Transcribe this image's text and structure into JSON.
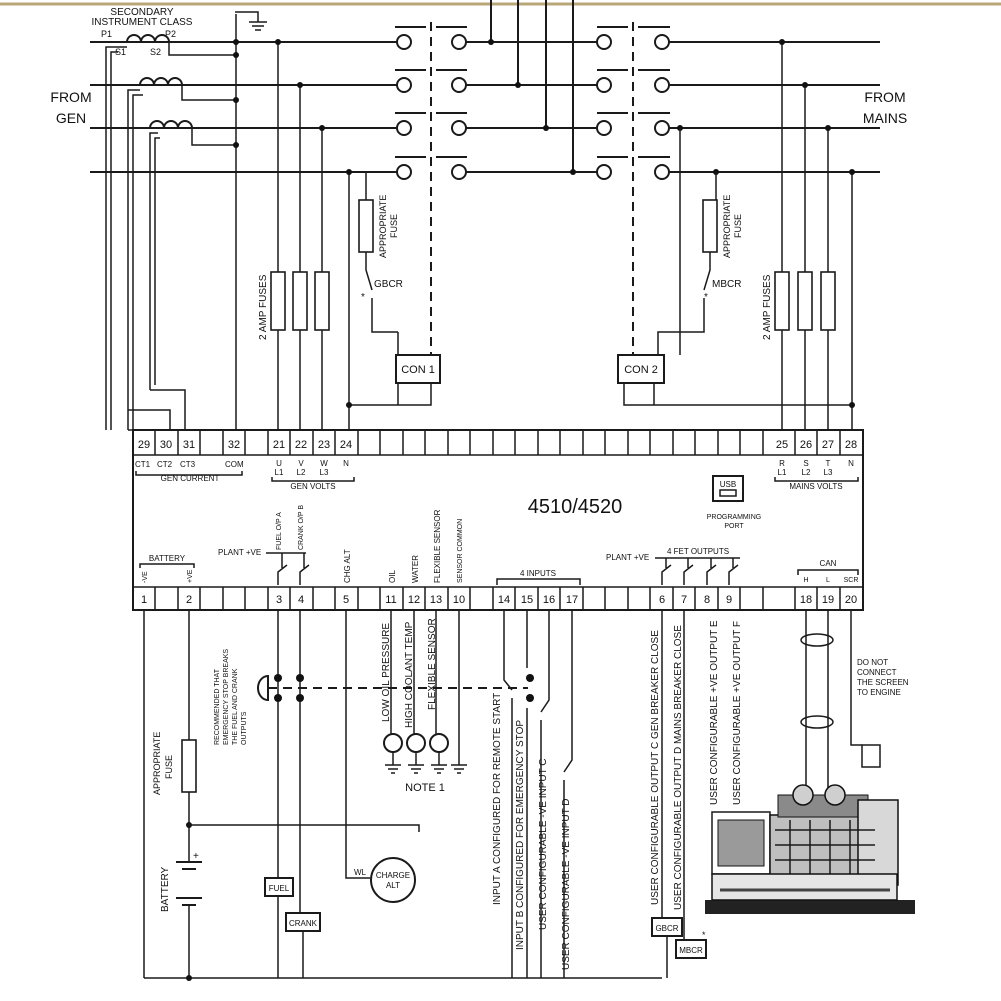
{
  "header": {
    "secondary": "SECONDARY",
    "instrument_class": "INSTRUMENT CLASS",
    "p1": "P1",
    "p2": "P2",
    "s1": "S1",
    "s2": "S2"
  },
  "sides": {
    "from_gen_1": "FROM",
    "from_gen_2": "GEN",
    "from_mains_1": "FROM",
    "from_mains_2": "MAINS"
  },
  "fuses": {
    "appropriate_fuse_1": "APPROPRIATE",
    "appropriate_fuse_2": "FUSE",
    "two_amp_fuses": "2 AMP FUSES",
    "gbcr": "GBCR",
    "mbcr": "MBCR",
    "con1": "CON 1",
    "con2": "CON 2"
  },
  "controller": {
    "model": "4510/4520",
    "programming_port_1": "PROGRAMMING",
    "programming_port_2": "PORT",
    "usb": "USB",
    "top_terminals": [
      "29",
      "30",
      "31",
      "32",
      "21",
      "22",
      "23",
      "24",
      "25",
      "26",
      "27",
      "28"
    ],
    "bottom_terminals": [
      "1",
      "2",
      "3",
      "4",
      "5",
      "11",
      "12",
      "13",
      "10",
      "14",
      "15",
      "16",
      "17",
      "6",
      "7",
      "8",
      "9",
      "18",
      "19",
      "20"
    ],
    "ct1": "CT1",
    "ct2": "CT2",
    "ct3": "CT3",
    "com": "COM",
    "gen_current": "GEN CURRENT",
    "gen_volts": "GEN VOLTS",
    "mains_volts": "MAINS VOLTS",
    "gen_phase_top": [
      "U",
      "V",
      "W",
      "N"
    ],
    "gen_phase_bottom": [
      "L1",
      "L2",
      "L3",
      ""
    ],
    "mains_phase_top": [
      "R",
      "S",
      "T",
      "N"
    ],
    "mains_phase_bottom": [
      "L1",
      "L2",
      "L3",
      ""
    ],
    "battery": "BATTERY",
    "minus_ve": "-VE",
    "plus_ve": "+VE",
    "plant_ve_1": "PLANT +VE",
    "plant_ve_2": "PLANT +VE",
    "fuel_op": "FUEL O/P A",
    "crank_op": "CRANK O/P B",
    "chg_alt": "CHG ALT",
    "oil": "OIL",
    "water": "WATER",
    "flexible_sensor": "FLEXIBLE SENSOR",
    "sensor_common": "SENSOR COMMON",
    "four_inputs": "4 INPUTS",
    "four_fet_outputs": "4 FET OUTPUTS",
    "can": "CAN",
    "can_h": "H",
    "can_l": "L",
    "can_scr": "SCR"
  },
  "field": {
    "recommended_1": "RECOMMENDED THAT",
    "recommended_2": "EMERGENCY STOP BREAKS",
    "recommended_3": "THE FUEL AND CRANK",
    "recommended_4": "OUTPUTS",
    "appropriate_fuse_1": "APPROPRIATE",
    "appropriate_fuse_2": "FUSE",
    "battery": "BATTERY",
    "fuel": "FUEL",
    "crank": "CRANK",
    "wl": "WL",
    "charge_alt_1": "CHARGE",
    "charge_alt_2": "ALT",
    "low_oil_pressure": "LOW OIL PRESSURE",
    "high_coolant_temp": "HIGH COOLANT TEMP",
    "flexible_sensor": "FLEXIBLE SENSOR",
    "note_1": "NOTE 1",
    "input_a": "INPUT A CONFIGURED FOR REMOTE START",
    "input_b": "INPUT B CONFIGURED FOR EMERGENCY STOP",
    "input_c": "USER CONFIGURABLE -VE INPUT C",
    "input_d": "USER CONFIGURABLE -VE INPUT D",
    "output_c": "USER CONFIGURABLE OUTPUT C GEN BREAKER CLOSE",
    "output_d": "USER CONFIGURABLE OUTPUT D MAINS BREAKER CLOSE",
    "output_e": "USER CONFIGURABLE +VE OUTPUT E",
    "output_f": "USER CONFIGURABLE +VE OUTPUT F",
    "gbcr": "GBCR",
    "mbcr": "MBCR",
    "do_not_1": "DO NOT",
    "do_not_2": "CONNECT",
    "do_not_3": "THE SCREEN",
    "do_not_4": "TO ENGINE"
  }
}
